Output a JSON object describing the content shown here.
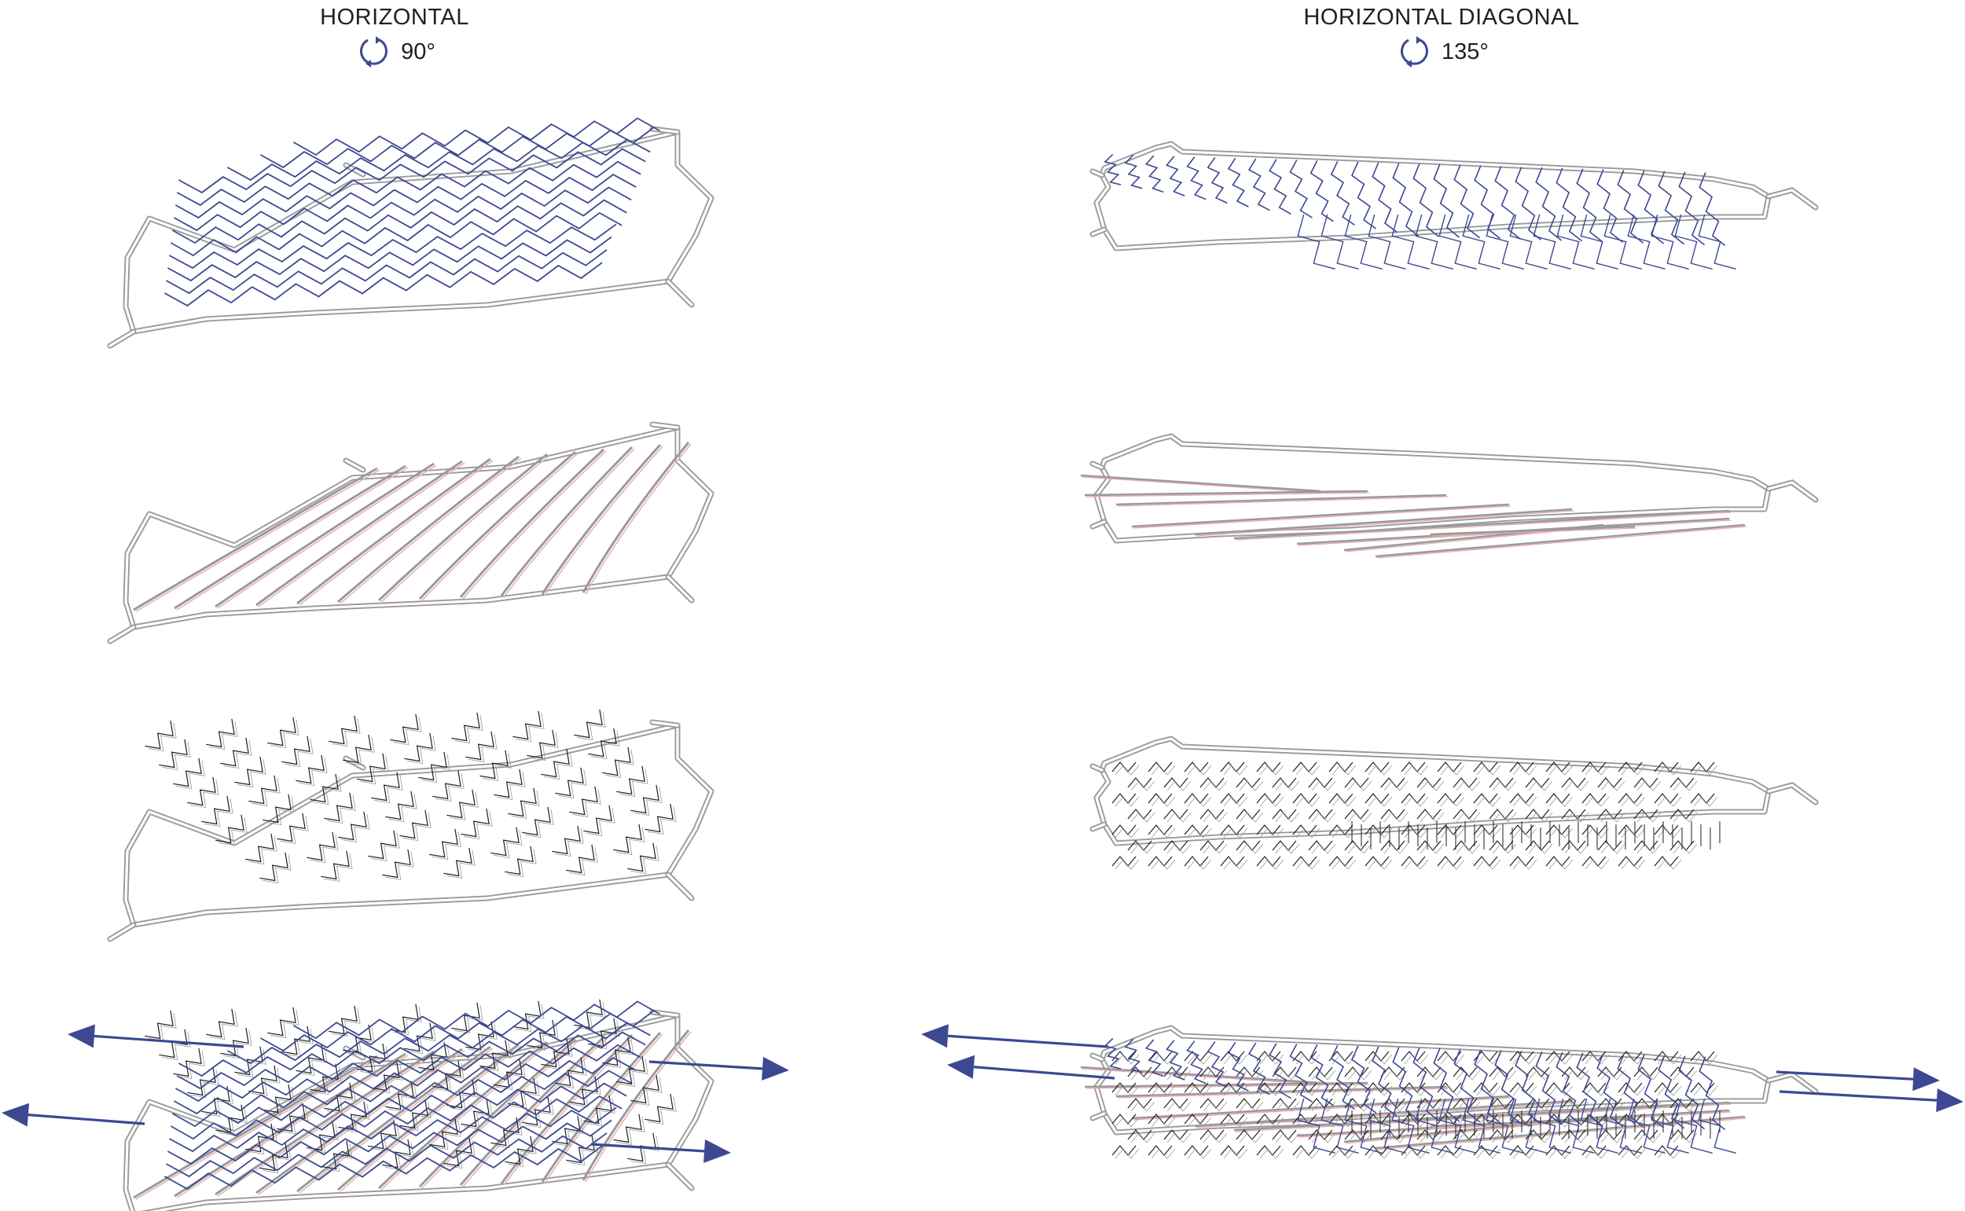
{
  "columns": [
    {
      "title": "HORIZONTAL",
      "angle": "90°"
    },
    {
      "title": "HORIZONTAL DIAGONAL",
      "angle": "135°"
    }
  ],
  "colors": {
    "outline": "#9a9a9a",
    "outline_fill": "#ffffff",
    "blue": "#3c4892",
    "pink": "#e8aab0",
    "black": "#1e1e1e",
    "gray": "#9a9a9a"
  },
  "icons": {
    "rotation": "rotate-cycle-icon",
    "arrow": "direction-arrow-icon"
  }
}
